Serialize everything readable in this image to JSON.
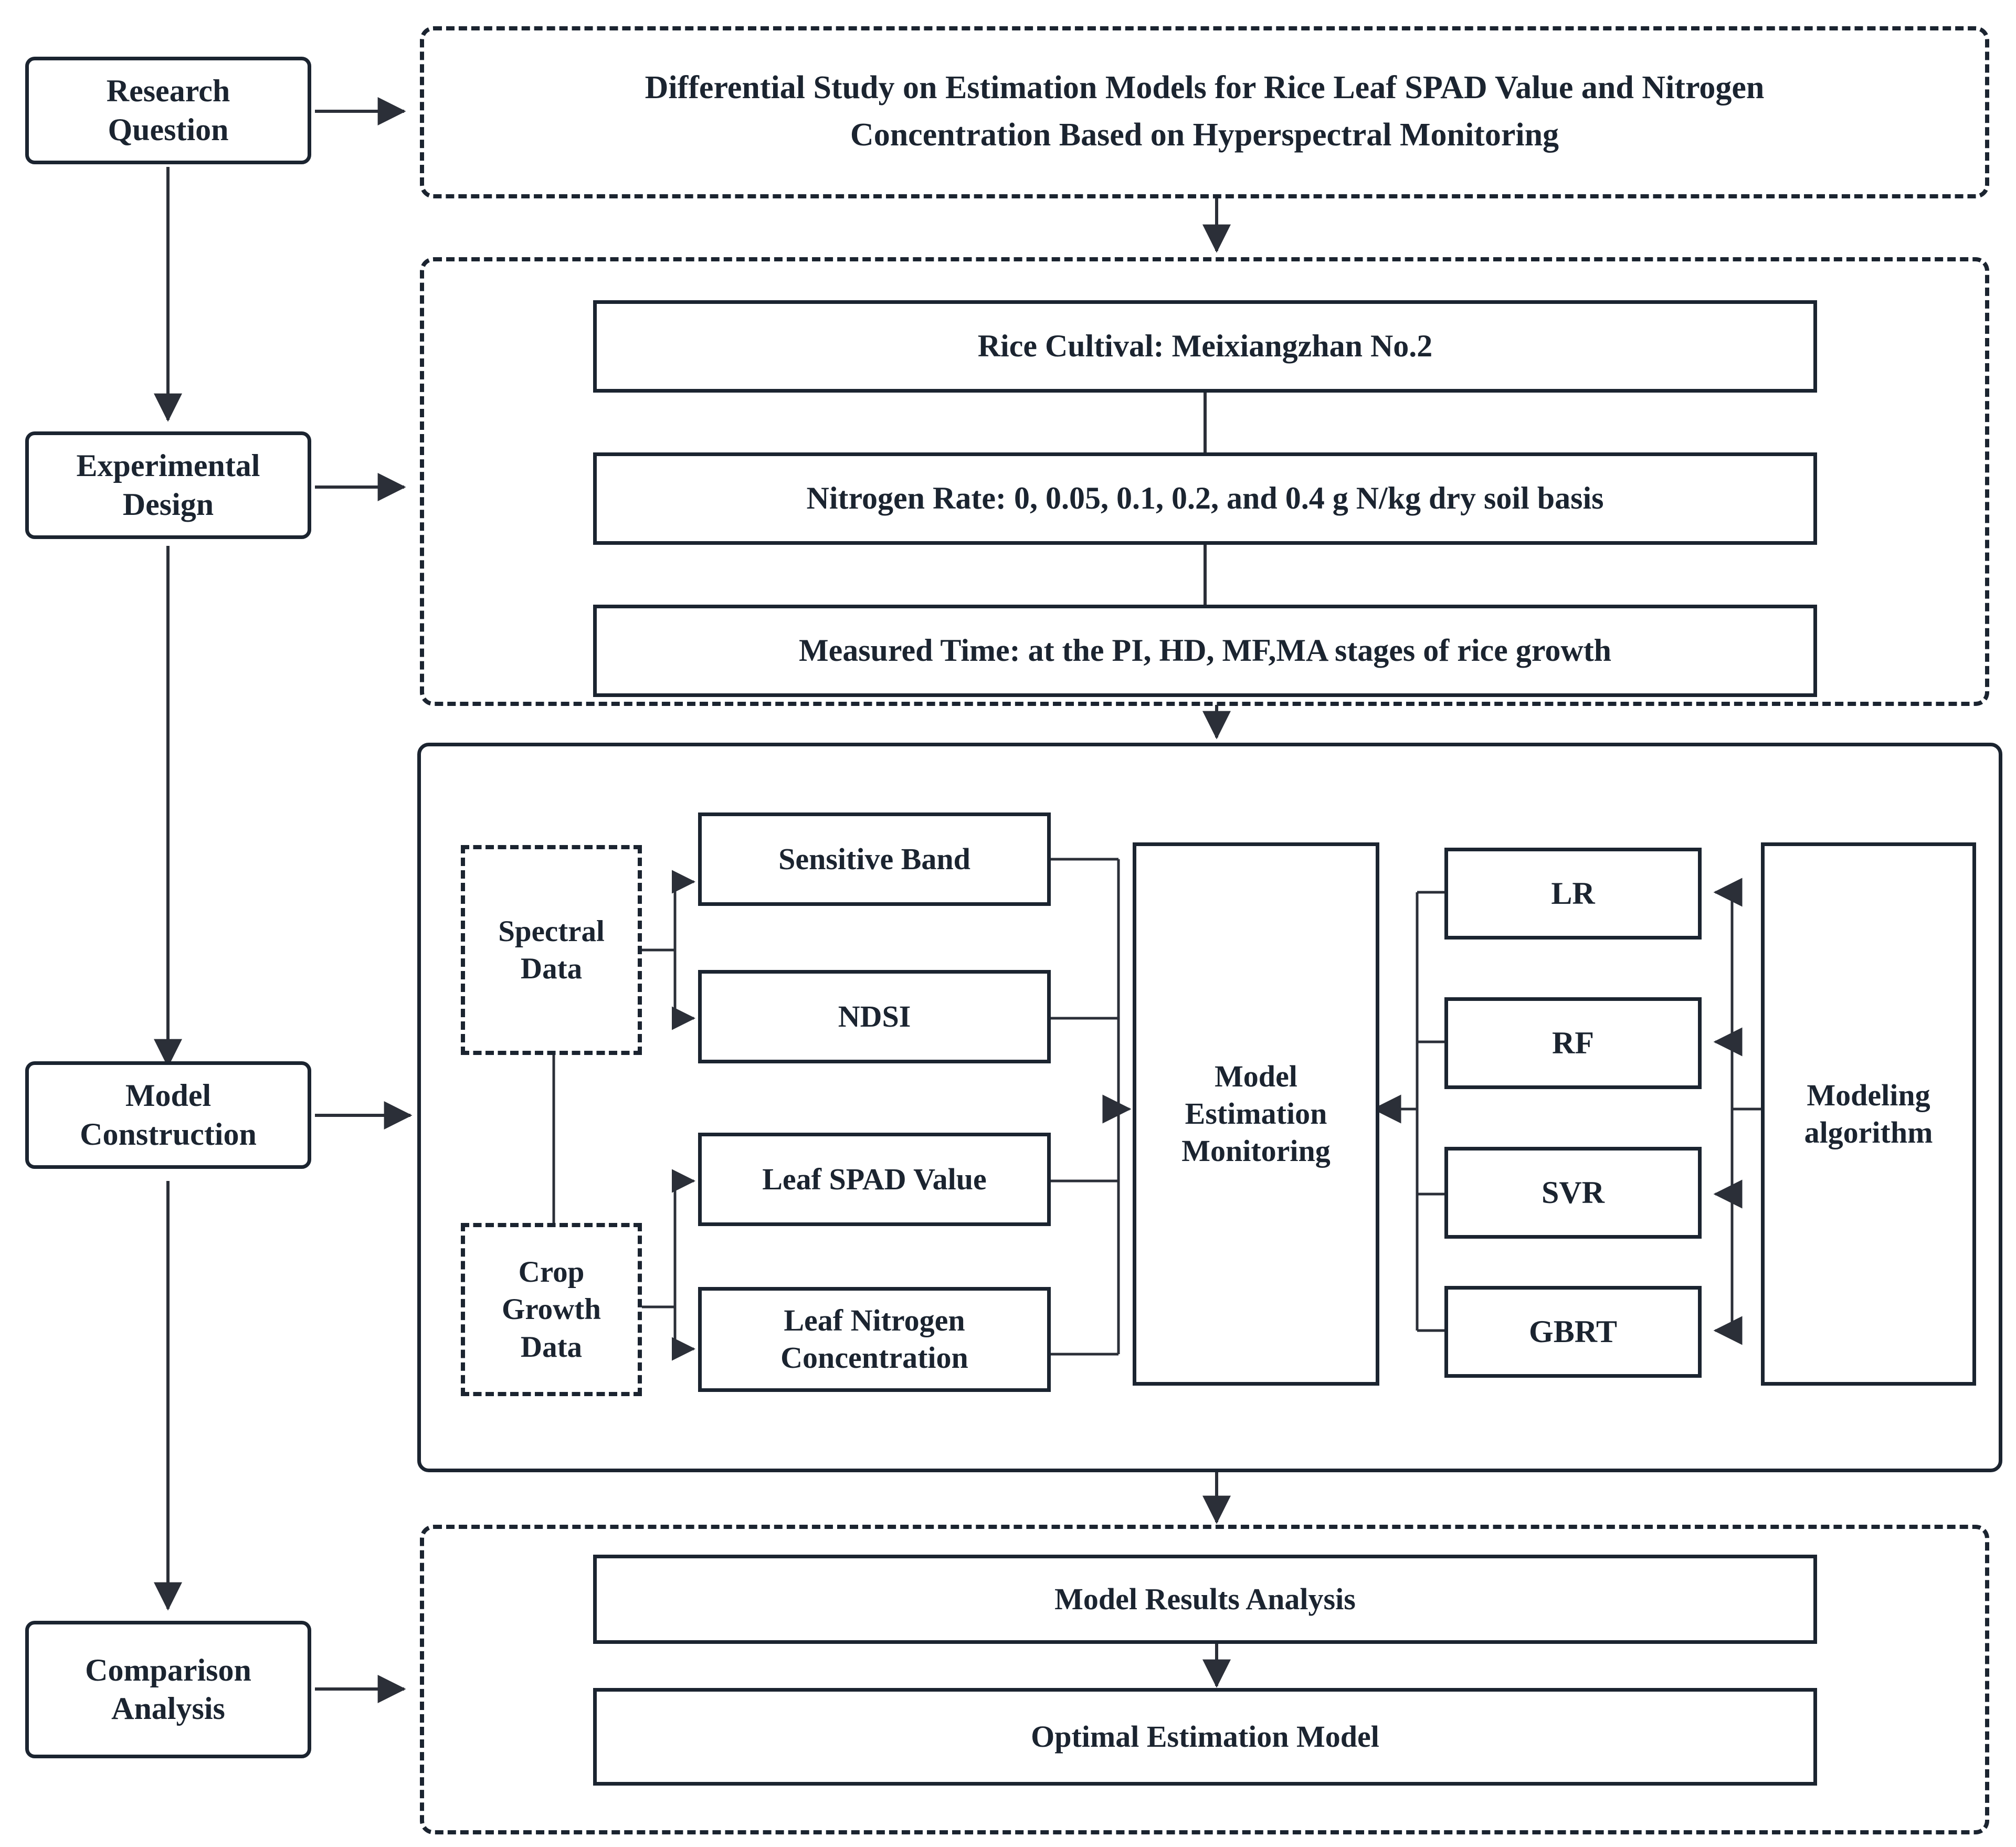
{
  "diagram": {
    "title": "Research workflow flowchart",
    "accent_color": "#1b2430",
    "background_color": "#ffffff"
  },
  "stages": [
    {
      "id": "research-question",
      "label": "Research\nQuestion"
    },
    {
      "id": "experimental-design",
      "label": "Experimental\nDesign"
    },
    {
      "id": "model-construction",
      "label": "Model\nConstruction"
    },
    {
      "id": "comparison-analysis",
      "label": "Comparison\nAnalysis"
    }
  ],
  "research_question": {
    "title_line1": "Differential Study on Estimation Models for Rice Leaf SPAD Value and Nitrogen",
    "title_line2": "Concentration Based on Hyperspectral Monitoring"
  },
  "experimental_design": {
    "items": [
      {
        "id": "rice-cultival",
        "label": "Rice Cultival: Meixiangzhan No.2"
      },
      {
        "id": "nitrogen-rate",
        "label": "Nitrogen Rate: 0, 0.05, 0.1, 0.2, and 0.4 g N/kg dry soil basis"
      },
      {
        "id": "measured-time",
        "label": "Measured Time: at the PI, HD, MF,MA stages of rice growth"
      }
    ]
  },
  "model_construction": {
    "sources": [
      {
        "id": "spectral-data",
        "label": "Spectral\nData"
      },
      {
        "id": "crop-growth-data",
        "label": "Crop\nGrowth\nData"
      }
    ],
    "features": [
      {
        "id": "sensitive-band",
        "label": "Sensitive Band"
      },
      {
        "id": "ndsi",
        "label": "NDSI"
      },
      {
        "id": "leaf-spad-value",
        "label": "Leaf SPAD Value"
      },
      {
        "id": "leaf-nitrogen-concentration",
        "label": "Leaf Nitrogen\nConcentration"
      }
    ],
    "estimation": {
      "id": "model-estimation-monitoring",
      "label": "Model\nEstimation\nMonitoring"
    },
    "algorithms": [
      {
        "id": "lr",
        "label": "LR"
      },
      {
        "id": "rf",
        "label": "RF"
      },
      {
        "id": "svr",
        "label": "SVR"
      },
      {
        "id": "gbrt",
        "label": "GBRT"
      }
    ],
    "algorithm_group": {
      "id": "modeling-algorithm",
      "label": "Modeling\nalgorithm"
    }
  },
  "comparison_analysis": {
    "items": [
      {
        "id": "model-results-analysis",
        "label": "Model Results Analysis"
      },
      {
        "id": "optimal-estimation-model",
        "label": "Optimal Estimation Model"
      }
    ]
  }
}
